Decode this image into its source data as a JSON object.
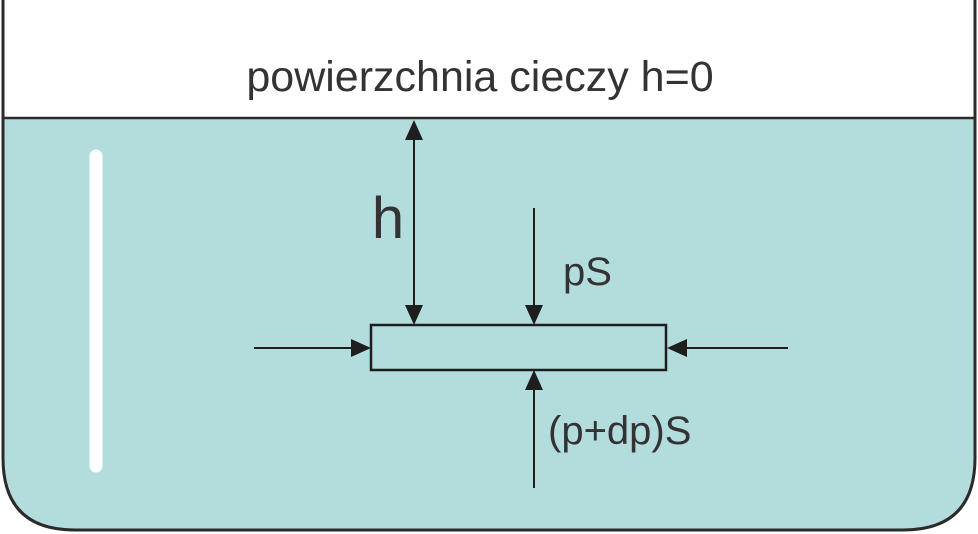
{
  "diagram": {
    "surface_label": "powierzchnia cieczy h=0",
    "depth_label": "h",
    "top_force_label": "pS",
    "bottom_force_label": "(p+dp)S"
  },
  "colors": {
    "liquid": "#b3dcdd",
    "container_outline": "#2b2b2b",
    "stroke": "#1e1e1e",
    "text": "#333333",
    "highlight": "#ffffff"
  }
}
